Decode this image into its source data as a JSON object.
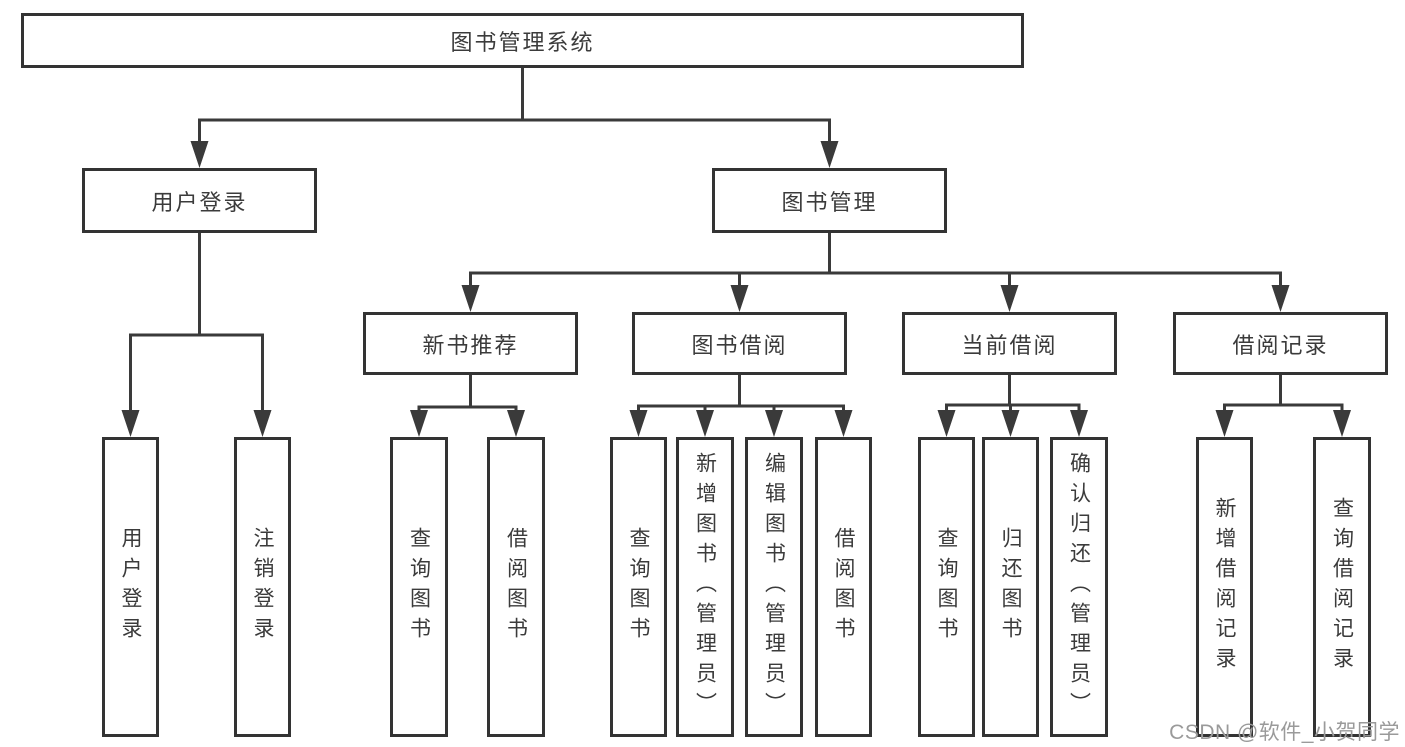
{
  "diagram": {
    "title": "图书管理系统",
    "tree": {
      "root": {
        "label": "图书管理系统"
      },
      "branches": [
        {
          "label": "用户登录",
          "children": [
            {
              "label": "用户登录"
            },
            {
              "label": "注销登录"
            }
          ]
        },
        {
          "label": "图书管理",
          "children": [
            {
              "label": "新书推荐",
              "children": [
                {
                  "label": "查询图书"
                },
                {
                  "label": "借阅图书"
                }
              ]
            },
            {
              "label": "图书借阅",
              "children": [
                {
                  "label": "查询图书"
                },
                {
                  "label": "新增图书（管理员）"
                },
                {
                  "label": "编辑图书（管理员）"
                },
                {
                  "label": "借阅图书"
                }
              ]
            },
            {
              "label": "当前借阅",
              "children": [
                {
                  "label": "查询图书"
                },
                {
                  "label": "归还图书"
                },
                {
                  "label": "确认归还（管理员）"
                }
              ]
            },
            {
              "label": "借阅记录",
              "children": [
                {
                  "label": "新增借阅记录"
                },
                {
                  "label": "查询借阅记录"
                }
              ]
            }
          ]
        }
      ]
    },
    "colors": {
      "box_border": "#333333",
      "box_fill": "#ffffff",
      "line": "#3a3a3a",
      "text": "#3b3b3b",
      "watermark": "#9a9a9a"
    }
  },
  "watermark": {
    "text": "CSDN @软件_小贺同学"
  }
}
